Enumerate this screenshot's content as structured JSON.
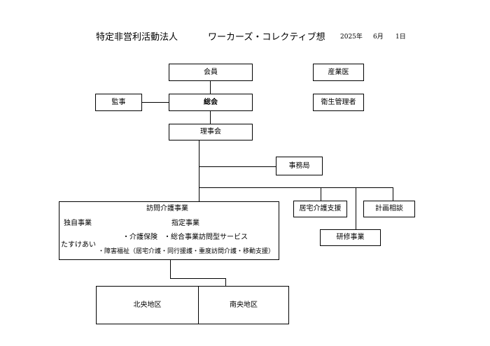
{
  "header": {
    "org_type": "特定非営利活動法人",
    "org_name": "ワーカーズ・コレクティブ想",
    "date_year": "2025年",
    "date_month": "6月",
    "date_day": "1日"
  },
  "nodes": {
    "member": "会員",
    "industrial_doctor": "産業医",
    "auditor": "監事",
    "general_meeting": "総会",
    "health_manager": "衛生管理者",
    "board": "理事会",
    "office": "事務局",
    "home_care": "居宅介護支援",
    "planning_consultation": "計画相談",
    "training": "研修事業",
    "north_district": "北央地区",
    "south_district": "南央地区"
  },
  "home_visit": {
    "title": "訪問介護事業",
    "independent": "独自事業",
    "designated": "指定事業",
    "care_insurance": "・介護保険",
    "comprehensive": "・総合事業訪問型サービス",
    "tasukeai": "たすけあい",
    "disability": "・障害福祉（居宅介護・同行援護・重度訪問介護・移動支援）"
  }
}
